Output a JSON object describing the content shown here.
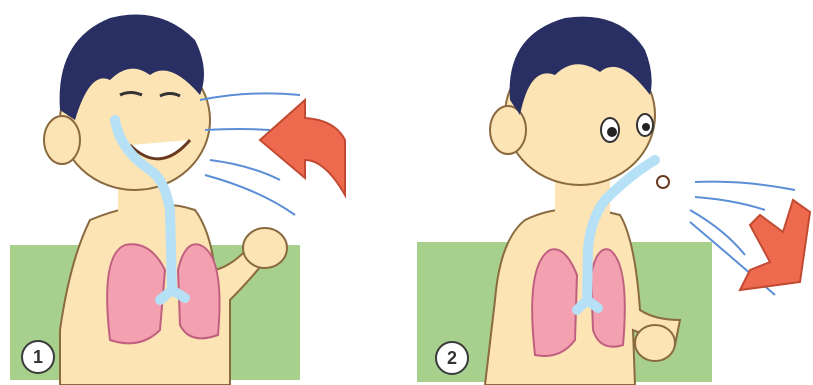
{
  "panels": [
    {
      "label": "1",
      "action": "inhale",
      "arrow_direction": "toward-face"
    },
    {
      "label": "2",
      "action": "exhale",
      "arrow_direction": "away-from-face"
    }
  ],
  "colors": {
    "background_rect": "#a8d08d",
    "hair": "#2a2f63",
    "skin": "#fde4b4",
    "lungs": "#f3a0b0",
    "airway": "#b6e0f5",
    "arrow": "#ee6a4e",
    "airflow_lines": "#5b8ed6"
  }
}
